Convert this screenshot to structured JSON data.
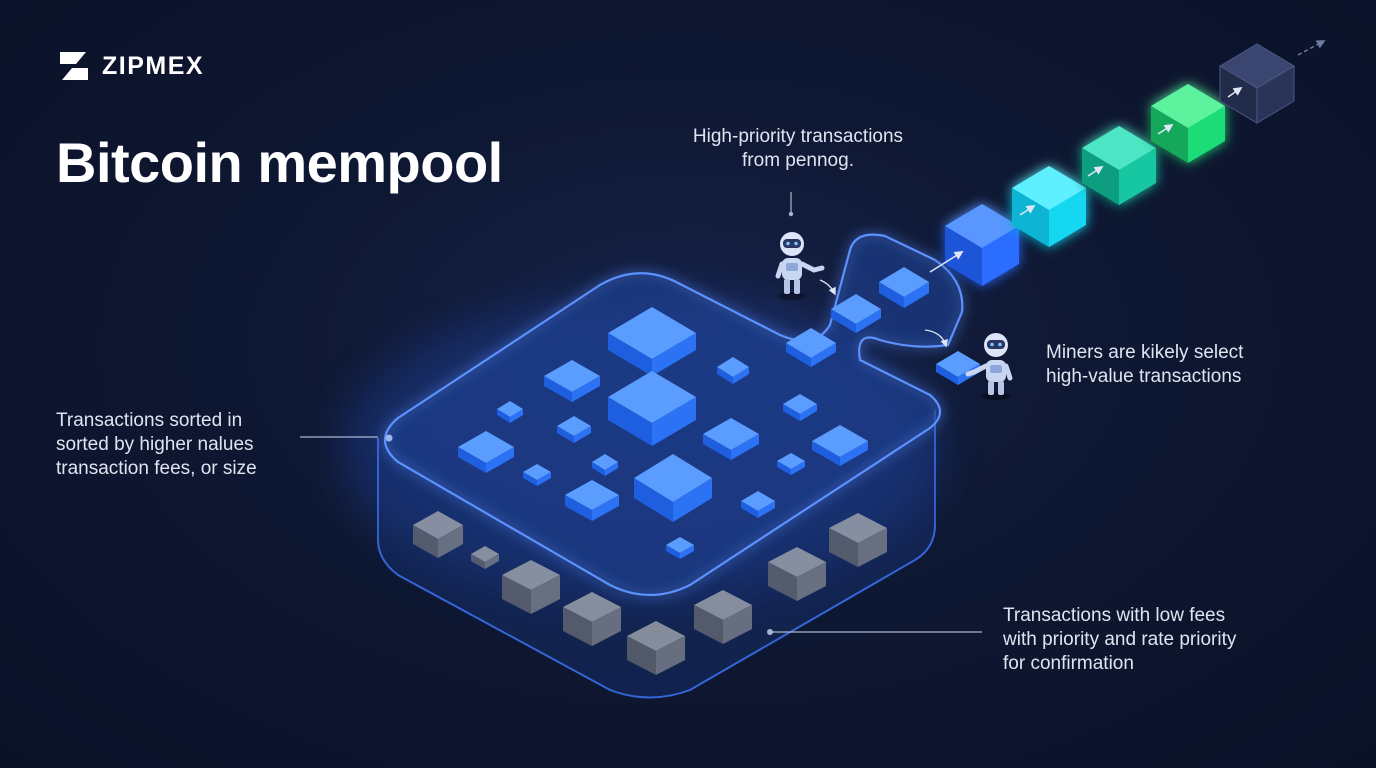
{
  "brand": {
    "name": "ZIPMEX",
    "logo_icon": "zipmex-logo-icon"
  },
  "title": "Bitcoin mempool",
  "callouts": {
    "top": {
      "lines": [
        "High-priority transactions",
        "from pennog."
      ]
    },
    "left": {
      "lines": [
        "Transactions sorted in",
        "sorted by higher nalues",
        "transaction fees, or size"
      ]
    },
    "right": {
      "lines": [
        "Miners are kikely select",
        "high-value transactions"
      ]
    },
    "bottom": {
      "lines": [
        "Transactions with low fees",
        "with priority and rate priority",
        "for confirmation"
      ]
    }
  },
  "colors": {
    "background": "#0d1530",
    "pool_outline": "#4f86ff",
    "tx_blue": "#2f7dff",
    "tx_low_fee": "#7a8190",
    "chain_blue": "#2a6dff",
    "chain_cyan": "#13d7f2",
    "chain_teal": "#14c7a2",
    "chain_green": "#1fdc78",
    "chain_pending": "#2a3458"
  },
  "icons": [
    "zipmex-logo-icon",
    "miner-robot-icon",
    "arrow-icon"
  ]
}
